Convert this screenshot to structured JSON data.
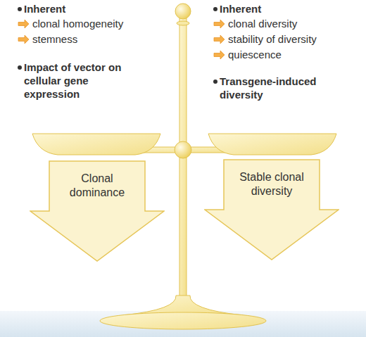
{
  "diagram": {
    "nodes": [
      {
        "text": [
          "Clonal dominance"
        ]
      },
      {
        "text": [
          "Stable clonal diversity"
        ]
      }
    ],
    "labels": [
      "Inherent",
      "clonal homogeneity",
      "stemness",
      "Impact of vector on cellular gene expression",
      "Inherent",
      "clonal diversity",
      "stability of diversity",
      "quiescence",
      "Transgene-induced diversity"
    ]
  }
}
